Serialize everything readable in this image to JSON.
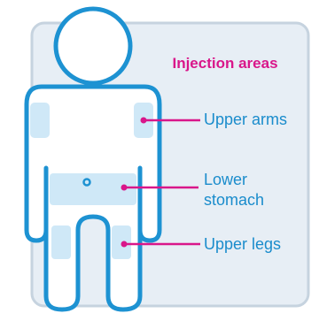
{
  "diagram": {
    "title": "Injection areas",
    "areas": [
      {
        "label": "Upper arms"
      },
      {
        "label": "Lower\nstomach",
        "line1": "Lower",
        "line2": "stomach"
      },
      {
        "label": "Upper legs"
      }
    ]
  },
  "colors": {
    "background_card": "#e7eef5",
    "card_border": "#c6d3df",
    "outline": "#1d92d2",
    "body_fill": "#ffffff",
    "area_fill": "#cfe8f7",
    "accent": "#d9168a",
    "label_text": "#1a8ccc"
  }
}
